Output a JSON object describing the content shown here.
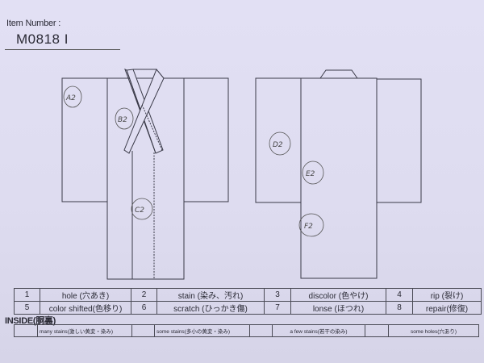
{
  "header": {
    "item_number_label": "Item Number :",
    "item_number_value": "M0818  I"
  },
  "diagram": {
    "front_marks": [
      "A2",
      "B2",
      "C2"
    ],
    "back_marks": [
      "D2",
      "E2",
      "F2"
    ]
  },
  "legend": {
    "rows": [
      [
        {
          "num": "1",
          "label": "hole (穴あき)"
        },
        {
          "num": "2",
          "label": "stain (染み、汚れ)"
        },
        {
          "num": "3",
          "label": "discolor (色やけ)"
        },
        {
          "num": "4",
          "label": "rip (裂け)"
        }
      ],
      [
        {
          "num": "5",
          "label": "color shifted(色移り)"
        },
        {
          "num": "6",
          "label": "scratch (ひっかき傷)"
        },
        {
          "num": "7",
          "label": "lonse (ほつれ)"
        },
        {
          "num": "8",
          "label": "repair(修復)"
        }
      ]
    ]
  },
  "inside": {
    "label": "INSIDE(胴裏)",
    "options": [
      {
        "check": "",
        "label": "many stains(激しい黄変・染み)"
      },
      {
        "check": "",
        "label": "some stains(多小の黄変・染み)"
      },
      {
        "check": "",
        "label": "a few stains(若干の染み)"
      },
      {
        "check": "",
        "label": "some holes(穴あり)"
      }
    ]
  },
  "colors": {
    "paper": "#e0def2",
    "ink": "#3a3a48"
  }
}
